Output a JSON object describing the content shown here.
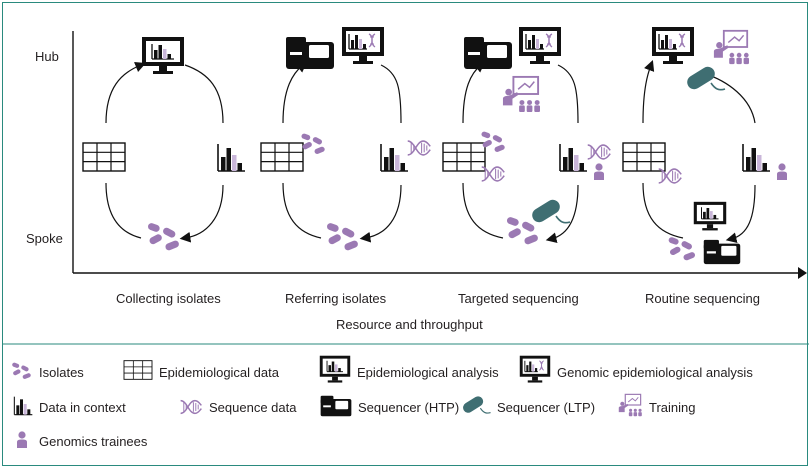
{
  "axes": {
    "y_top": "Hub",
    "y_bottom": "Spoke",
    "x_title": "Resource and throughput"
  },
  "stages": [
    {
      "label": "Collecting isolates"
    },
    {
      "label": "Referring isolates"
    },
    {
      "label": "Targeted sequencing"
    },
    {
      "label": "Routine sequencing"
    }
  ],
  "legend": [
    {
      "icon": "isolates-icon",
      "label": "Isolates"
    },
    {
      "icon": "epidemiological-data-icon",
      "label": "Epidemiological data"
    },
    {
      "icon": "epidemiological-analysis-icon",
      "label": "Epidemiological analysis"
    },
    {
      "icon": "genomic-epidemiological-analysis-icon",
      "label": "Genomic epidemiological analysis"
    },
    {
      "icon": "data-in-context-icon",
      "label": "Data in context"
    },
    {
      "icon": "sequence-data-icon",
      "label": "Sequence data"
    },
    {
      "icon": "sequencer-htp-icon",
      "label": "Sequencer (HTP)"
    },
    {
      "icon": "sequencer-ltp-icon",
      "label": "Sequencer (LTP)"
    },
    {
      "icon": "training-icon",
      "label": "Training"
    },
    {
      "icon": "genomics-trainees-icon",
      "label": "Genomics trainees"
    }
  ],
  "colors": {
    "purple": "#9b79b3",
    "light_purple": "#c9b6d9",
    "teal": "#3f6e72",
    "black": "#111111",
    "frame": "#2a8a7e"
  }
}
